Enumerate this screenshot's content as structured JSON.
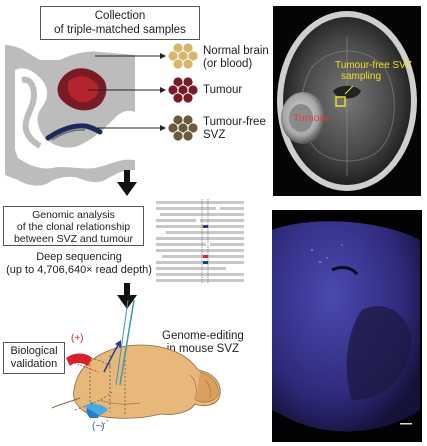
{
  "top": {
    "title_line1": "Collection",
    "title_line2": "of triple-matched samples",
    "labels": {
      "normal_line1": "Normal brain",
      "normal_line2": "(or blood)",
      "tumour": "Tumour",
      "svz_line1": "Tumour-free",
      "svz_line2": "SVZ"
    }
  },
  "mri": {
    "tumour_label": "Tumour",
    "svz_label_line1": "Tumour-free SVZ",
    "svz_label_line2": "sampling"
  },
  "middle": {
    "genomic_line1": "Genomic analysis",
    "genomic_line2": "of the clonal relationship",
    "genomic_line3": "between SVZ and tumour",
    "deep_line1": "Deep sequencing",
    "deep_line2": "(up to 4,706,640× read depth)"
  },
  "bottom": {
    "genome_line1": "Genome-editing",
    "genome_line2": "in mouse SVZ",
    "bio_line1": "Biological",
    "bio_line2": "validation",
    "plus": "(+)",
    "minus": "(−)"
  },
  "colors": {
    "normal": "#d9b56b",
    "tumour": "#7a1a24",
    "svz": "#6b5a3c",
    "cortex": "#b5b5b5",
    "mouse_brain": "#e8b77a",
    "highlight": "#f0e020",
    "tumour_label": "#e04040"
  }
}
